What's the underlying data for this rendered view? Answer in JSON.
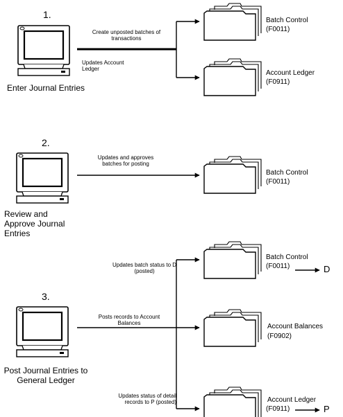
{
  "steps": [
    {
      "number": "1.",
      "caption": "Enter Journal Entries",
      "arrows": [
        {
          "label": "Create unposted batches of transactions"
        },
        {
          "label": "Updates Account Ledger"
        }
      ],
      "targets": [
        {
          "name": "Batch Control",
          "code": "(F0011)",
          "icon": "folder-icon"
        },
        {
          "name": "Account Ledger",
          "code": "(F0911)",
          "icon": "folder-icon"
        }
      ]
    },
    {
      "number": "2.",
      "caption": "Review and Approve Journal Entries",
      "arrows": [
        {
          "label": "Updates and approves batches for posting"
        }
      ],
      "targets": [
        {
          "name": "Batch Control",
          "code": "(F0011)",
          "icon": "folder-icon"
        }
      ]
    },
    {
      "number": "3.",
      "caption": "Post Journal Entries to General Ledger",
      "arrows": [
        {
          "label": "Updates batch status to D (posted)",
          "result": "D"
        },
        {
          "label": "Posts records to Account Balances"
        },
        {
          "label": "Updates status of detail records to P (posted)",
          "result": "P"
        }
      ],
      "targets": [
        {
          "name": "Batch Control",
          "code": "(F0011)",
          "icon": "folder-icon"
        },
        {
          "name": "Account Balances",
          "code": "(F0902)",
          "icon": "folder-icon"
        },
        {
          "name": "Account Ledger",
          "code": "(F0911)",
          "icon": "folder-icon"
        }
      ]
    }
  ],
  "icons": {
    "computer": "computer-monitor-icon",
    "table": "folder-icon"
  },
  "colors": {
    "ink": "#000000",
    "screen": "#ffffff",
    "background": "#ffffff"
  }
}
